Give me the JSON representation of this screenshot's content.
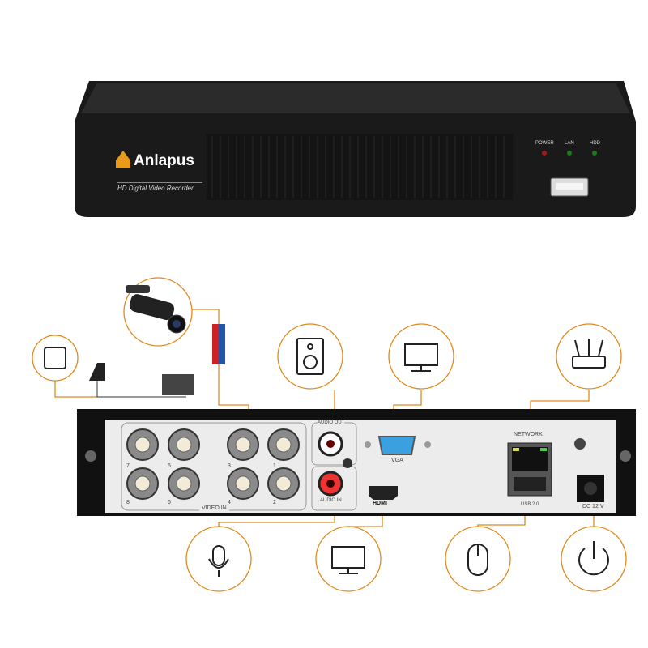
{
  "front": {
    "brand": "Anlapus",
    "subtitle": "HD Digital Video Recorder",
    "leds": [
      "POWER",
      "LAN",
      "HDD"
    ]
  },
  "rear": {
    "video_in": "VIDEO IN",
    "channel_numbers": [
      "7",
      "5",
      "3",
      "1",
      "8",
      "6",
      "4",
      "2"
    ],
    "audio_out": "AUDIO OUT",
    "audio_in": "AUDIO IN",
    "vga": "VGA",
    "hdmi": "HDMI",
    "network": "NETWORK",
    "usb": "USB 2.0",
    "dc": "DC 12 V"
  },
  "accent": "#e08a1e"
}
